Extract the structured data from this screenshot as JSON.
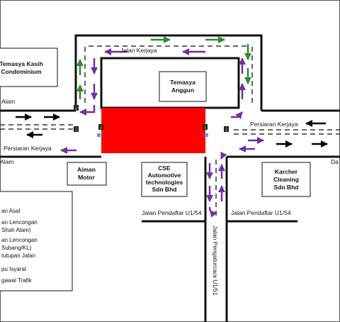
{
  "map": {
    "roads": {
      "jalan_kerjaya": "Jalan Kerjaya",
      "persiaran_kerjaya_right": "Persiaran Kerjaya",
      "persiaran_kerjaya_left": "Persiaran Kerjaya",
      "alam_fragment": "Alam",
      "alam_fragment_lower": "Alam",
      "da_fragment": "Da",
      "jalan_pendaftar_left": "Jalan Pendaftar U1/54",
      "jalan_pendaftar_right": "Jalan Pendaftar U1/54",
      "jalan_pengaturcara": "Jalan Pengaturcara U1/51"
    },
    "buildings": {
      "temasya_kasih": [
        "Temasya Kasih",
        "Condominium"
      ],
      "temasya_anggun": [
        "Temasya",
        "Anggun"
      ],
      "aiman_motor": [
        "Aiman",
        "Motor"
      ],
      "cse": [
        "CSE",
        "Automotive",
        "technologies",
        "Sdn Bhd"
      ],
      "karcher": [
        "Karcher",
        "Cleaning",
        "Sdn Bhd"
      ]
    },
    "legend": {
      "items": [
        "an Asal",
        "an Lencongan",
        "Shah Alam)",
        "an Lencongan",
        "Subang/KL)",
        "tutupan Jalan",
        "pu Isyarat",
        "gawal Trafik"
      ]
    },
    "colors": {
      "closure": "#ff0000",
      "original_route": "#000000",
      "detour_shah_alam": "#7030a0",
      "detour_subang": "#2e8b2e",
      "traffic_warden": "#4aa3df"
    }
  }
}
